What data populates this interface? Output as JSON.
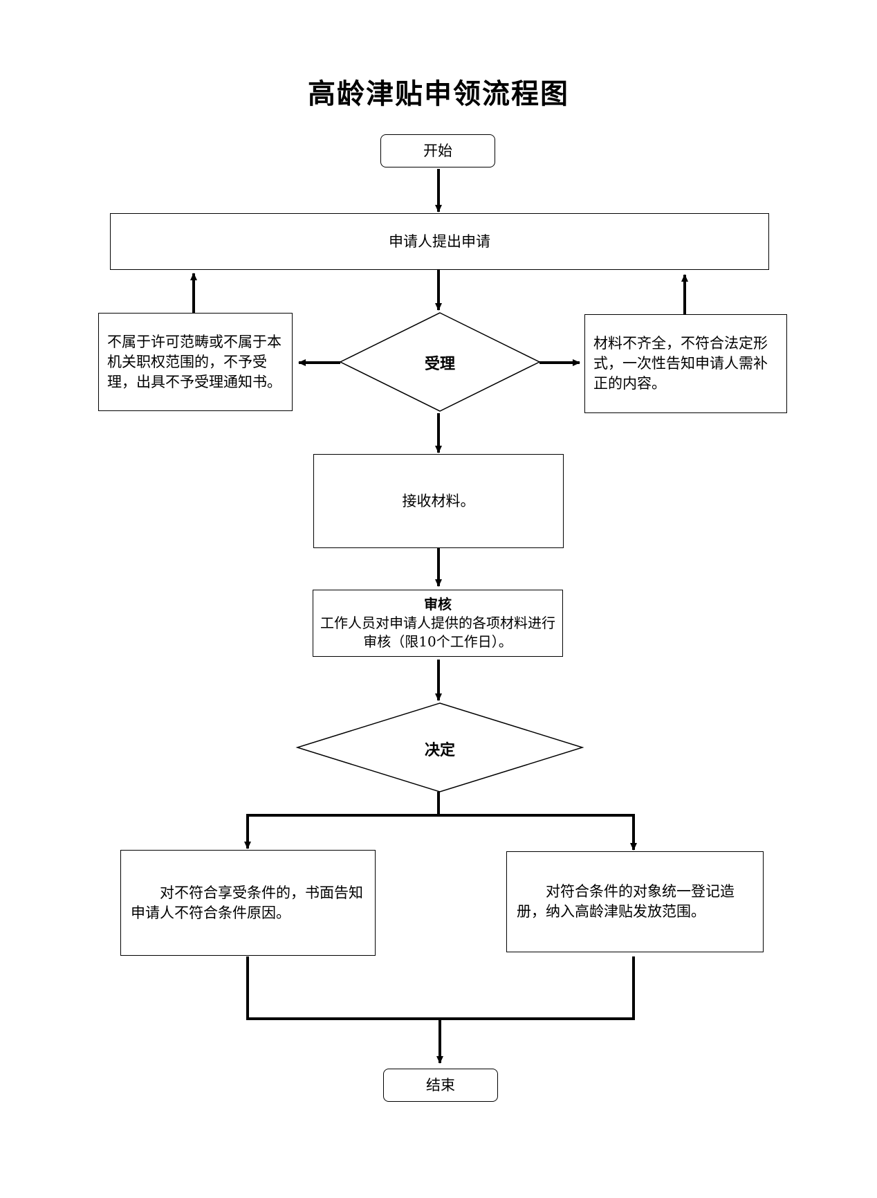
{
  "title": "高龄津贴申领流程图",
  "nodes": {
    "start": "开始",
    "apply": "申请人提出申请",
    "accept": "受理",
    "reject": "不属于许可范畴或不属于本机关职权范围的，不予受理，出具不予受理通知书。",
    "supplement": "材料不齐全，不符合法定形式，一次性告知申请人需补正的内容。",
    "receive": "接收材料。",
    "review_title": "审核",
    "review_text": "工作人员对申请人提供的各项材料进行审核（限10个工作日）。",
    "decide": "决定",
    "not_eligible": "　　对不符合享受条件的，书面告知申请人不符合条件原因。",
    "eligible": "　　对符合条件的对象统一登记造册，纳入高龄津贴发放范围。",
    "end": "结束"
  },
  "colors": {
    "stroke": "#000000",
    "background": "#ffffff"
  }
}
